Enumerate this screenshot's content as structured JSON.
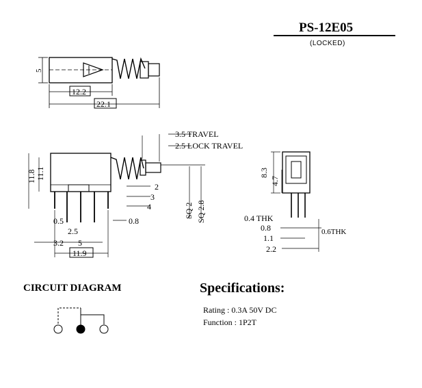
{
  "header": {
    "model": "PS-12E05",
    "subtitle": "(LOCKED)"
  },
  "dimensions": {
    "top_view": {
      "height": "5",
      "length_body": "12.2",
      "length_total": "22.1"
    },
    "side_view": {
      "travel": "3.5 TRAVEL",
      "lock_travel": "2.5 LOCK TRAVEL",
      "height_1": "11.8",
      "height_2": "11.1",
      "dim_2": "2",
      "dim_3": "3",
      "dim_4": "4",
      "sq_2": "SQ 2",
      "sq_28": "SQ 2.8",
      "pin_05": "0.5",
      "pin_08": "0.8",
      "pin_25": "2.5",
      "pin_32": "3.2",
      "pin_5": "5",
      "pin_119": "11.9"
    },
    "end_view": {
      "h_83": "8.3",
      "h_47": "4.7",
      "thk_04": "0.4 THK",
      "w_08": "0.8",
      "w_11": "1.1",
      "w_22": "2.2",
      "thk_06": "0.6THK"
    }
  },
  "circuit": {
    "title": "CIRCUIT DIAGRAM"
  },
  "specifications": {
    "title": "Specifications:",
    "rating": "Rating : 0.3A 50V DC",
    "function": "Function : 1P2T"
  }
}
